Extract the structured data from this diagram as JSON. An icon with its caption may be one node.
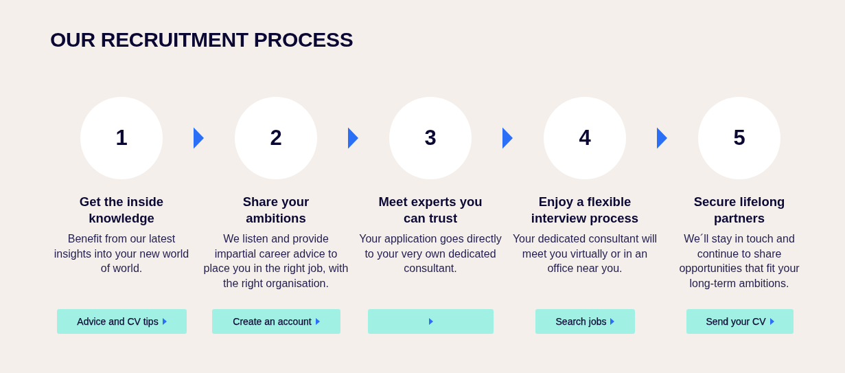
{
  "diagram": {
    "title": "OUR RECRUITMENT PROCESS",
    "nodes": [
      {
        "text": [
          "1"
        ],
        "beside": [
          "Get the inside knowledge",
          "Benefit from our latest insights into your new world of world."
        ]
      },
      {
        "text": [
          "2"
        ],
        "beside": [
          "Share your ambitions",
          "We listen and provide impartial career advice to place you in the right job, with the right organisation."
        ]
      },
      {
        "text": [
          "3"
        ],
        "beside": [
          "Meet experts you can trust",
          "Your application goes directly to your very own dedicated consultant."
        ]
      },
      {
        "text": [
          "4"
        ],
        "beside": [
          "Enjoy a flexible interview process",
          "Your dedicated consultant will meet you virtually or in an office near you."
        ]
      },
      {
        "text": [
          "5"
        ],
        "beside": [
          "Secure lifelong partners",
          "We´ll stay in touch and continue to share opportunities that fit your long-term ambitions."
        ]
      },
      {
        "text": [
          "Advice and CV tips"
        ]
      },
      {
        "text": [
          "Create an account"
        ]
      },
      {
        "text": [],
        "shape": "box"
      },
      {
        "text": [
          "Search jobs"
        ]
      },
      {
        "text": [
          "Send your CV"
        ]
      }
    ],
    "edges": [
      {
        "from": 0,
        "to": 1,
        "arrow": "to"
      },
      {
        "from": 1,
        "to": 2,
        "arrow": "to"
      },
      {
        "from": 2,
        "to": 3,
        "arrow": "to"
      },
      {
        "from": 3,
        "to": 4,
        "arrow": "to"
      }
    ]
  }
}
